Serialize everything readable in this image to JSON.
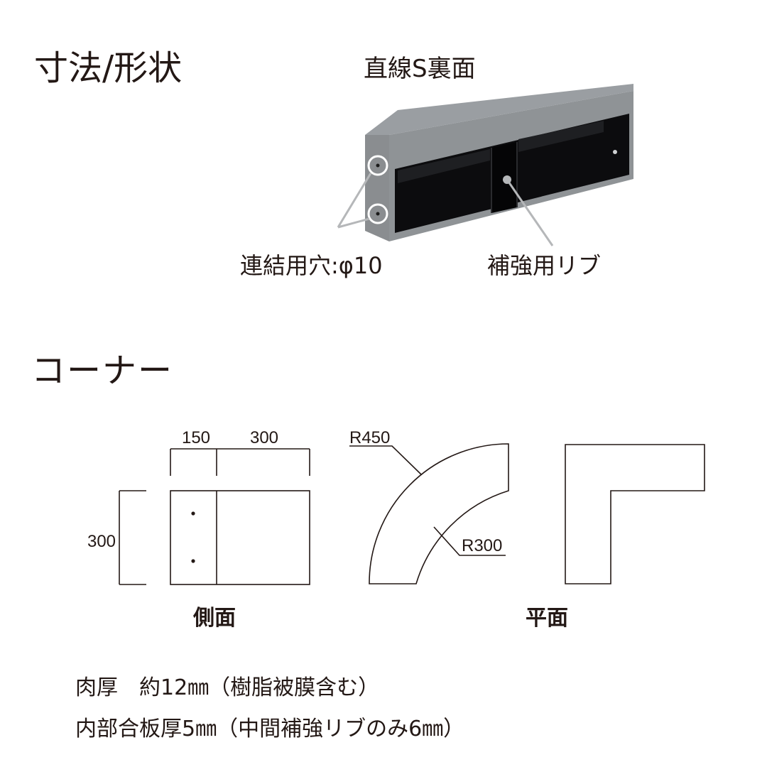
{
  "headings": {
    "dimensions_shape": "寸法/形状",
    "back_view": "直線S裏面",
    "corner": "コーナー"
  },
  "photo_labels": {
    "connection_holes": "連結用穴:φ10",
    "reinforcing_rib": "補強用リブ"
  },
  "corner_drawing": {
    "side": {
      "width_left": "150",
      "width_right": "300",
      "height": "300",
      "caption": "側面"
    },
    "plan": {
      "outer_radius": "R450",
      "inner_radius": "R300",
      "caption": "平面"
    }
  },
  "specs": [
    "肉厚　約12㎜（樹脂被膜含む）",
    "内部合板厚5㎜（中間補強リブのみ6㎜）"
  ],
  "colors": {
    "line": "#231815",
    "block_face": "#8a8d90",
    "block_top": "#9a9ea2",
    "block_interior": "#0c0c0e",
    "callout": "#b5b7b9"
  }
}
